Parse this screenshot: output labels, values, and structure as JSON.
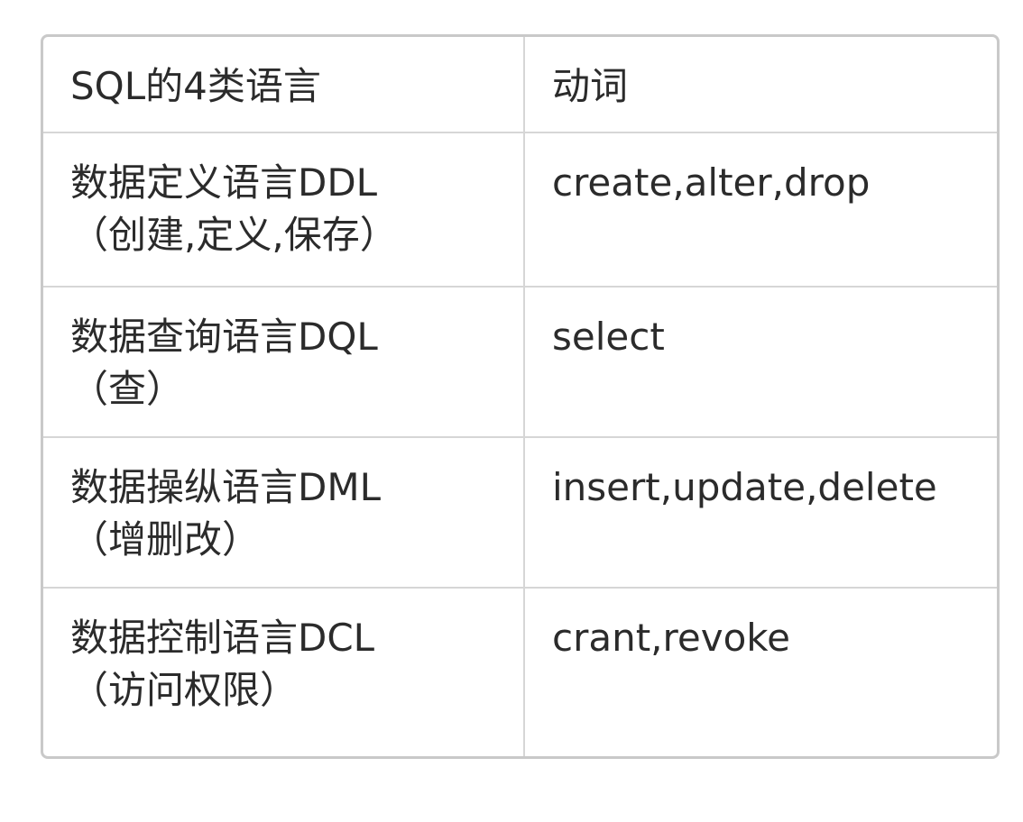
{
  "table": {
    "title": "SQL language categories table",
    "headers": {
      "language": "SQL的4类语言",
      "verbs": "动词"
    },
    "rows": [
      {
        "language": "数据定义语言DDL\n（创建,定义,保存）",
        "verbs": "create,alter,drop"
      },
      {
        "language": "数据查询语言DQL\n（查）",
        "verbs": "select"
      },
      {
        "language": "数据操纵语言DML\n（增删改）",
        "verbs": "insert,update,delete"
      },
      {
        "language": "数据控制语言DCL\n（访问权限）",
        "verbs": "crant,revoke"
      }
    ],
    "colors": {
      "text": "#2b2b2b",
      "outer_border": "#c9c9c9",
      "inner_border": "#d6d6d6",
      "background": "#ffffff"
    }
  }
}
